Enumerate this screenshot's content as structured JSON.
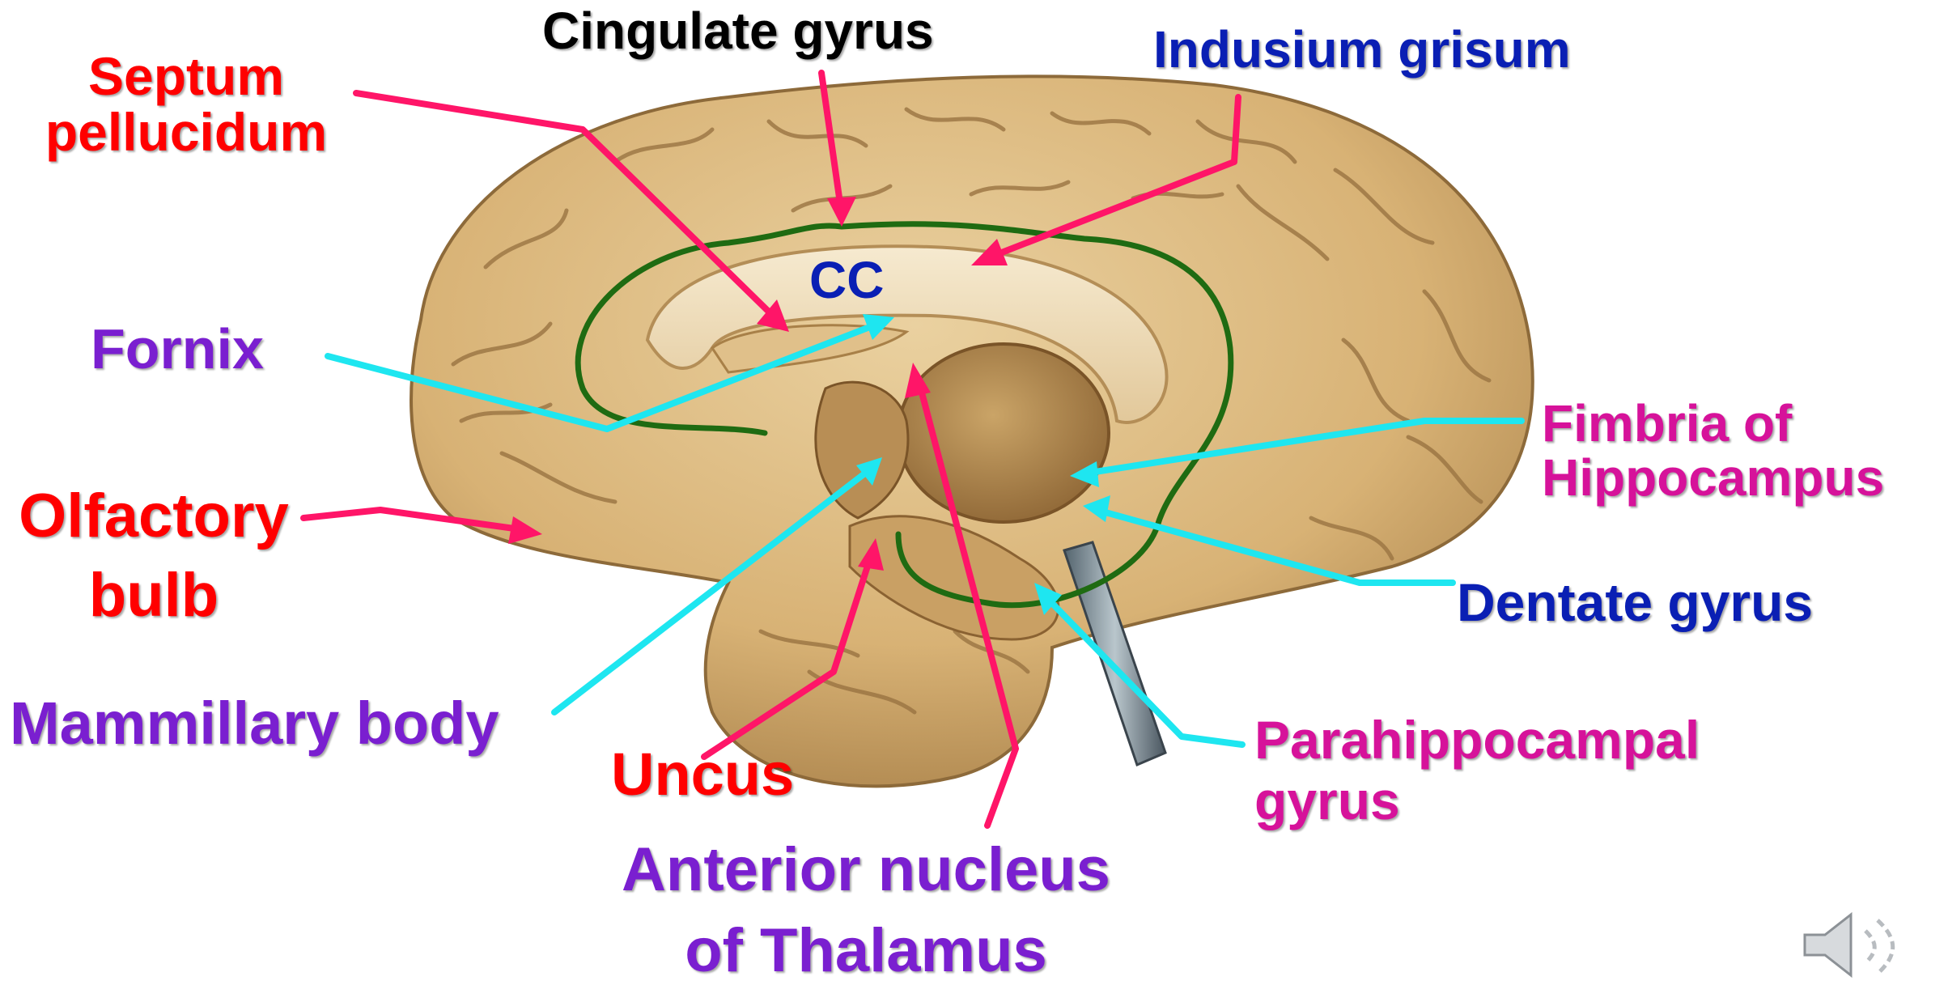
{
  "colors": {
    "red": "#ff0000",
    "purple": "#7a1fd0",
    "blue": "#0a1fb4",
    "magenta": "#d6129a",
    "black": "#000000",
    "pointer_pink": "#ff1568",
    "pointer_cyan": "#1ee6f0",
    "limbic_outline": "#1f6b12",
    "brain_tan": "#d8b275",
    "brain_dark": "#a37b44"
  },
  "labels": {
    "cingulate_gyrus": "Cingulate gyrus",
    "indusium_grisum": "Indusium grisum",
    "septum_pellucidum": [
      "Septum",
      "pellucidum"
    ],
    "cc": "CC",
    "fornix": "Fornix",
    "fimbria_of_hippocampus": [
      "Fimbria of",
      "Hippocampus"
    ],
    "olfactory_bulb": [
      "Olfactory",
      "bulb"
    ],
    "dentate_gyrus": "Dentate gyrus",
    "mammillary_body": "Mammillary body",
    "uncus": "Uncus",
    "parahippocampal_gyrus": [
      "Parahippocampal",
      "gyrus"
    ],
    "anterior_nucleus_of_thalamus": [
      "Anterior nucleus",
      "of Thalamus"
    ]
  },
  "icons": {
    "illustration": "brain-midsagittal-illustration",
    "audio": "speaker-icon"
  }
}
